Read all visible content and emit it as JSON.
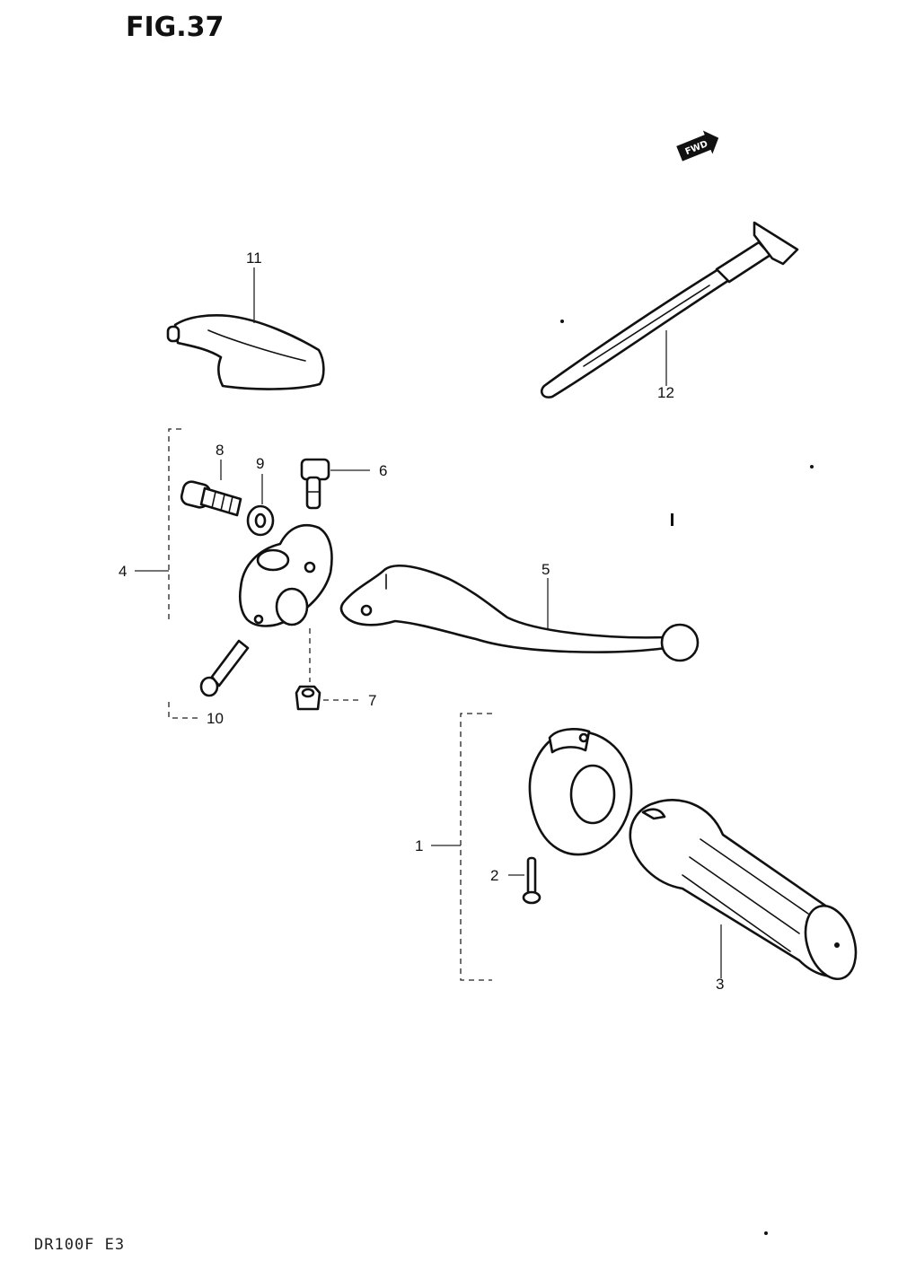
{
  "figure": {
    "title": "FIG.37",
    "model_code": "DR100F E3"
  },
  "direction_marker": {
    "text": "FWD",
    "icon": "fwd-arrow-icon"
  },
  "callouts": [
    {
      "id": "1",
      "label": "1"
    },
    {
      "id": "2",
      "label": "2"
    },
    {
      "id": "3",
      "label": "3"
    },
    {
      "id": "4",
      "label": "4"
    },
    {
      "id": "5",
      "label": "5"
    },
    {
      "id": "6",
      "label": "6"
    },
    {
      "id": "7",
      "label": "7"
    },
    {
      "id": "8",
      "label": "8"
    },
    {
      "id": "9",
      "label": "9"
    },
    {
      "id": "10",
      "label": "10"
    },
    {
      "id": "11",
      "label": "11"
    },
    {
      "id": "12",
      "label": "12"
    }
  ],
  "colors": {
    "ink": "#111111",
    "paper": "#ffffff"
  }
}
